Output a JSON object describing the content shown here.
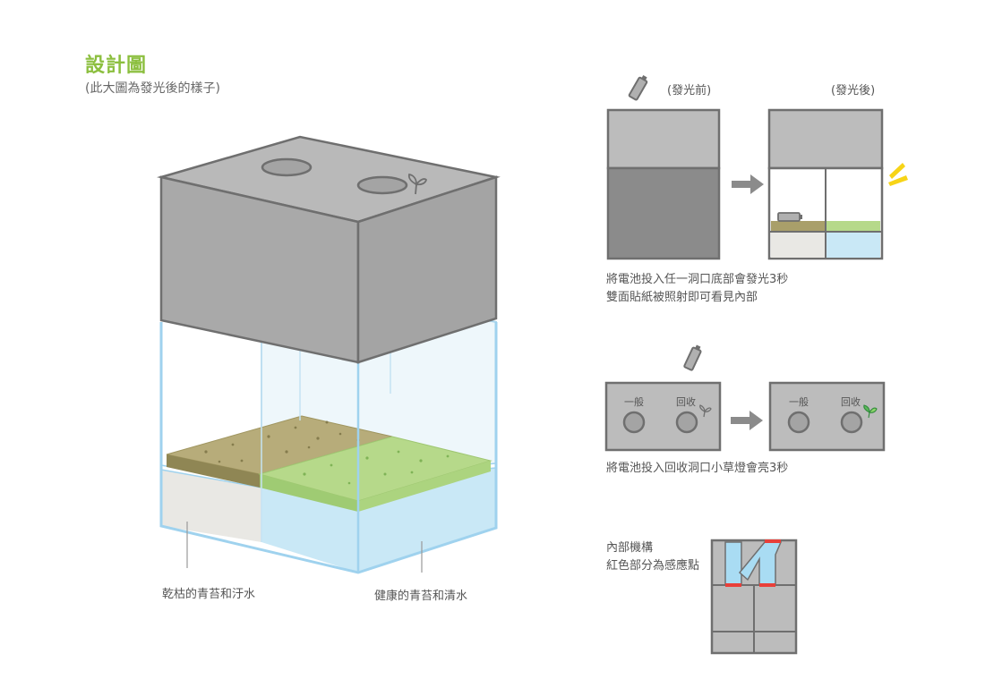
{
  "title": "設計圖",
  "subtitle": "(此大圖為發光後的樣子)",
  "main_diagram": {
    "label_left": "乾枯的青苔和汙水",
    "label_right": "健康的青苔和清水"
  },
  "step1": {
    "label_before": "(發光前)",
    "label_after": "(發光後)",
    "caption_line1": "將電池投入任一洞口底部會發光3秒",
    "caption_line2": "雙面貼紙被照射即可看見內部"
  },
  "step2": {
    "hole_label_general": "一般",
    "hole_label_recycle": "回收",
    "caption": "將電池投入回收洞口小草燈會亮3秒"
  },
  "mechanism": {
    "caption_line1": "內部機構",
    "caption_line2": "紅色部分為感應點"
  },
  "colors": {
    "accent_green": "#8cbf3f",
    "box_gray": "#b4b4b4",
    "outline_gray": "#6f6f6f",
    "water_blue": "#cfeaf7",
    "sensor_red": "#e8403a",
    "glow_yellow": "#f7d417"
  }
}
